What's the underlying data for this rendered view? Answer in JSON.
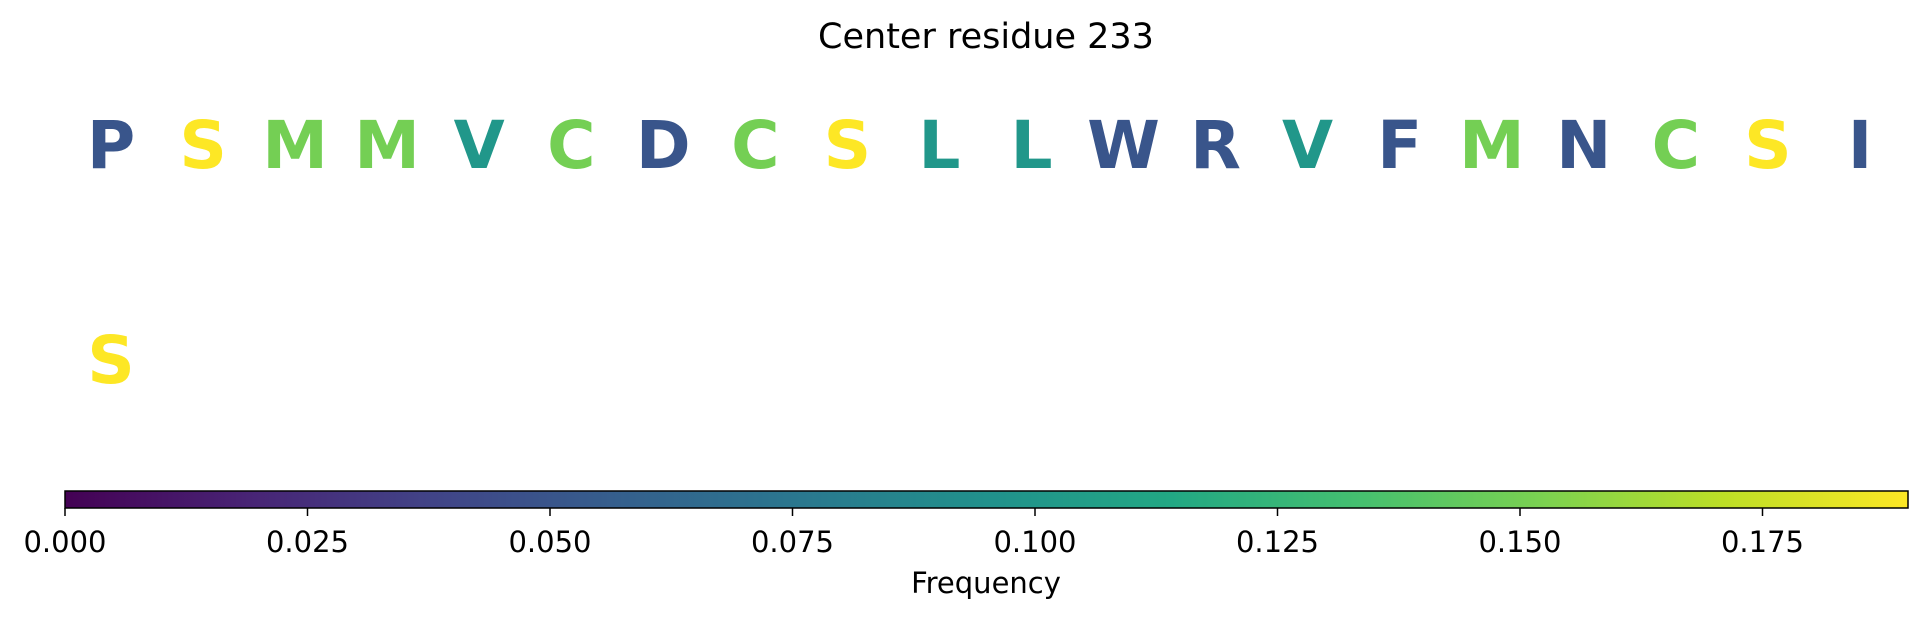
{
  "chart_data": {
    "type": "heatmap",
    "title": "Center residue 233",
    "rows": [
      {
        "residues": [
          "P",
          "S",
          "M",
          "M",
          "V",
          "C",
          "D",
          "C",
          "S",
          "L",
          "L",
          "W",
          "R",
          "V",
          "F",
          "M",
          "N",
          "C",
          "S",
          "I"
        ],
        "frequencies": [
          0.05,
          0.19,
          0.15,
          0.15,
          0.1,
          0.15,
          0.05,
          0.15,
          0.19,
          0.1,
          0.1,
          0.05,
          0.05,
          0.1,
          0.05,
          0.15,
          0.05,
          0.15,
          0.19,
          0.05
        ]
      },
      {
        "residues": [
          "S"
        ],
        "frequencies": [
          0.19
        ]
      }
    ],
    "colorbar": {
      "label": "Frequency",
      "colormap": "viridis",
      "range": [
        0.0,
        0.19
      ],
      "ticks": [
        0.0,
        0.025,
        0.05,
        0.075,
        0.1,
        0.125,
        0.15,
        0.175
      ],
      "tick_labels": [
        "0.000",
        "0.025",
        "0.050",
        "0.075",
        "0.100",
        "0.125",
        "0.150",
        "0.175"
      ],
      "orientation": "horizontal",
      "placement": "bottom"
    }
  }
}
